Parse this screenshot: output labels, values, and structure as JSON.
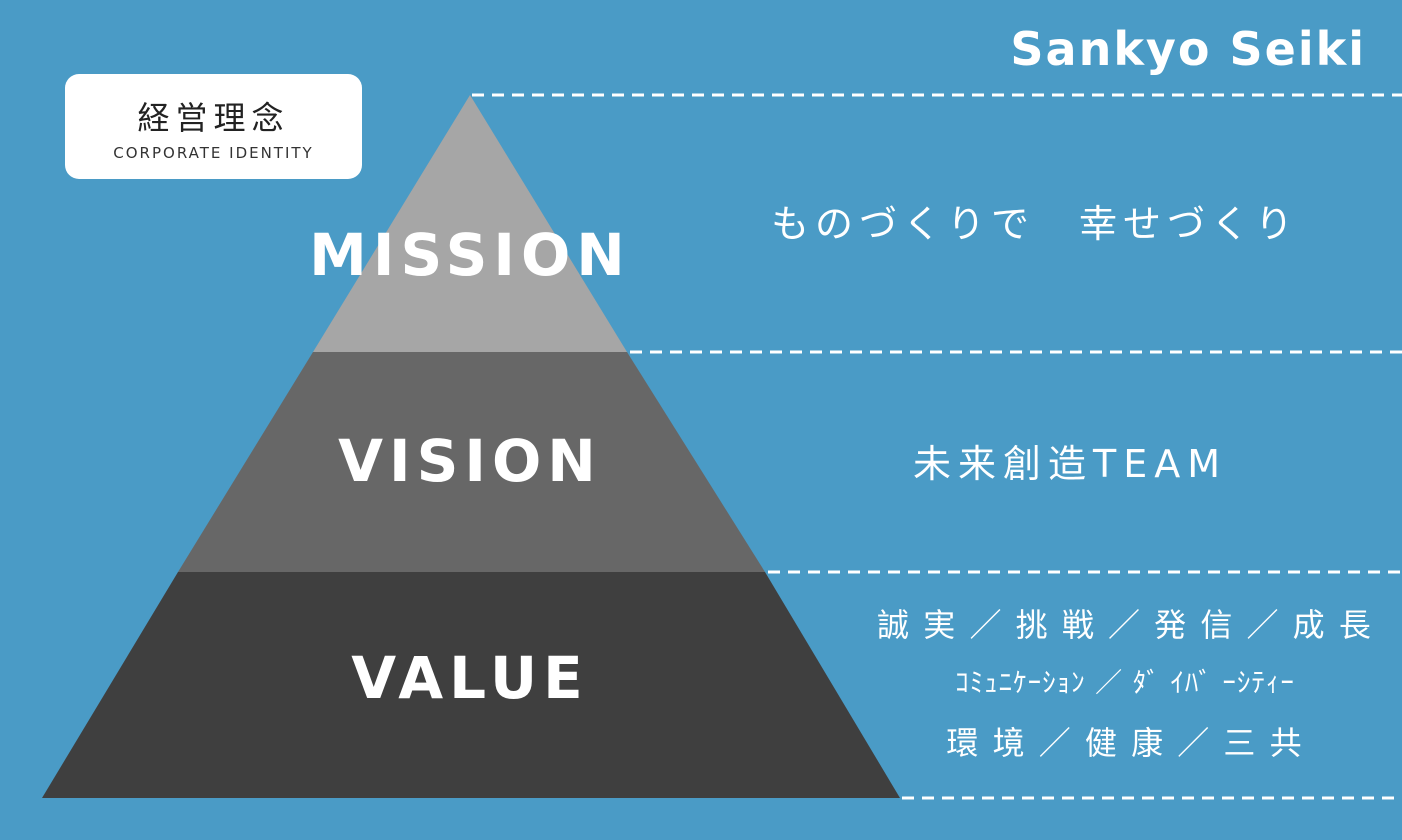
{
  "brand": {
    "name": "Sankyo Seiki"
  },
  "header_box": {
    "title": "経営理念",
    "subtitle": "CORPORATE IDENTITY"
  },
  "pyramid": {
    "colors": {
      "background": "#4a9bc6",
      "top": "#a6a6a6",
      "middle": "#676767",
      "bottom": "#3f3f3f",
      "dash": "#ffffff"
    },
    "tiers": [
      {
        "label": "MISSION",
        "lines": [
          "ものづくりで　幸せづくり"
        ]
      },
      {
        "label": "VISION",
        "lines": [
          "未来創造TEAM"
        ]
      },
      {
        "label": "VALUE",
        "lines": [
          "誠 実 ／ 挑 戦 ／ 発 信 ／ 成 長",
          "ｺﾐｭﾆｹｰｼｮﾝ ／ ﾀﾞ ｲﾊﾞ ｰｼﾃｨｰ",
          "環 境 ／ 健 康 ／ 三 共"
        ]
      }
    ]
  }
}
